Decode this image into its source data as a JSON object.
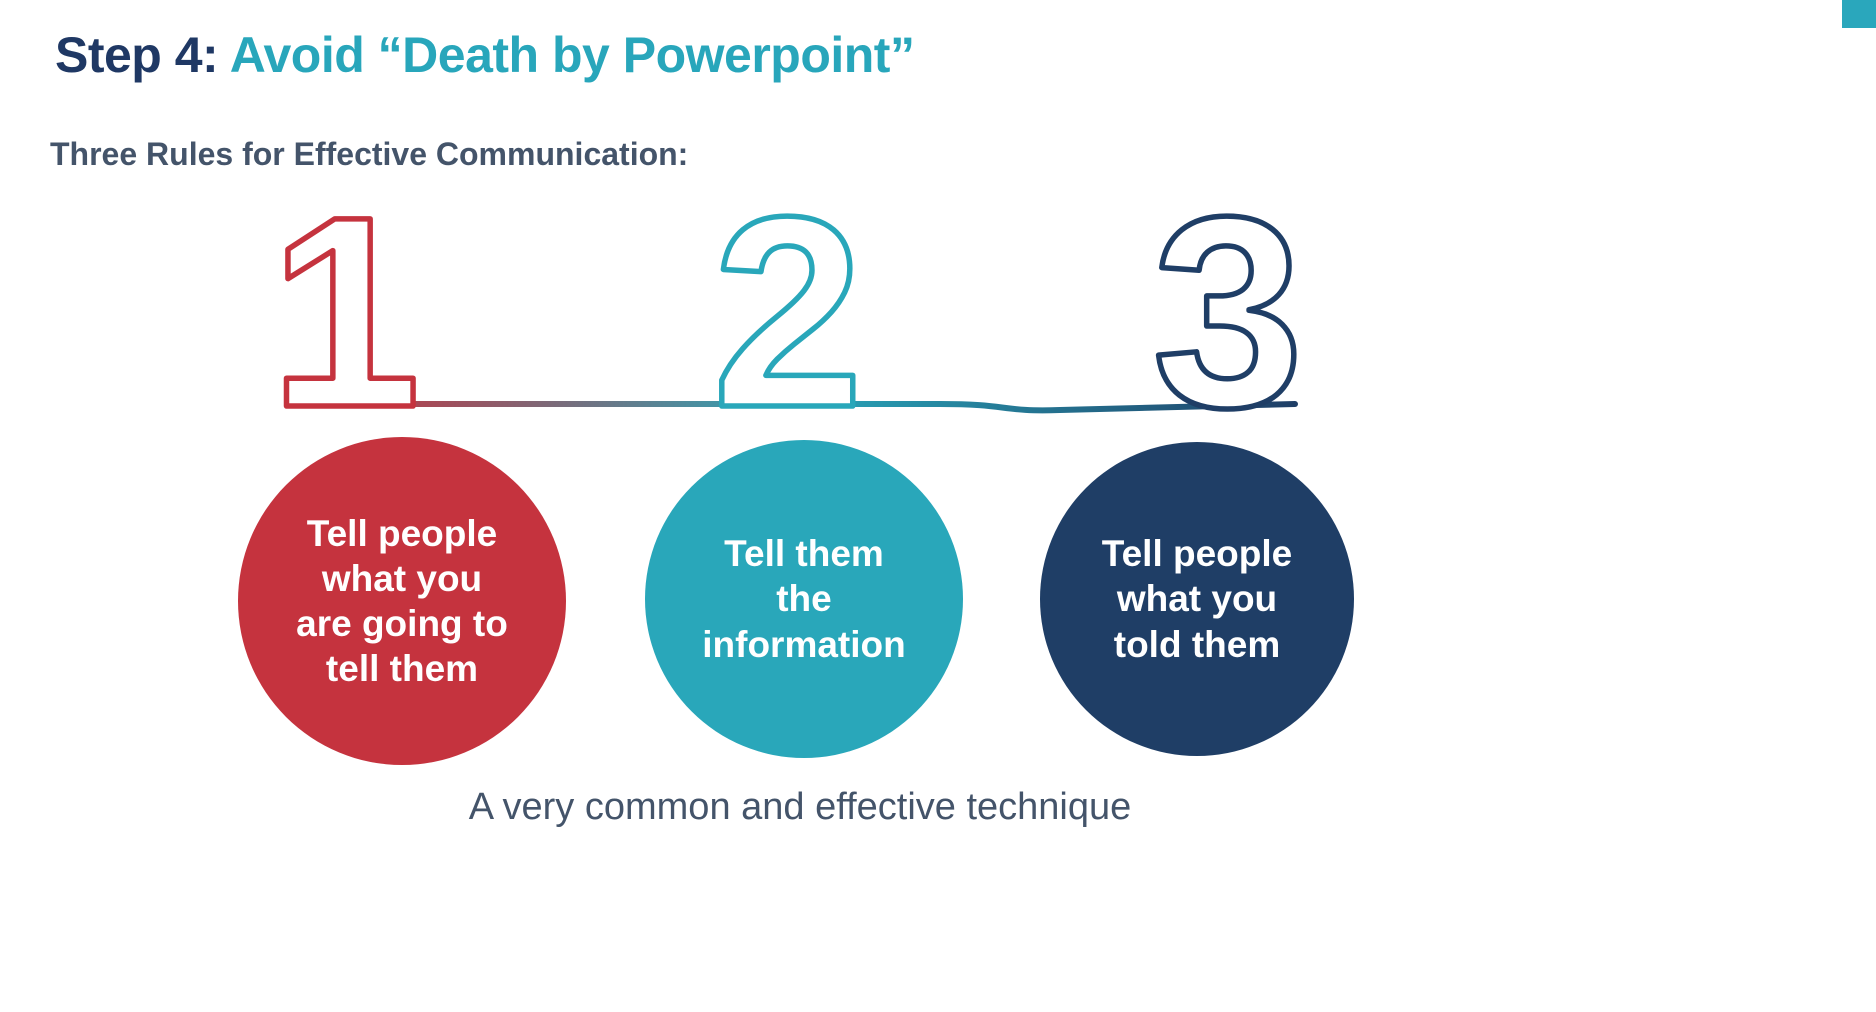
{
  "slide": {
    "title_prefix": "Step 4: ",
    "title_highlight": "Avoid “Death by Powerpoint”",
    "subtitle": "Three Rules for Effective Communication:",
    "caption": "A very common and effective technique",
    "colors": {
      "title_navy": "#1f3864",
      "title_teal": "#28a6bb",
      "red": "#c5333e",
      "teal": "#29a7ba",
      "navy": "#1f3e66",
      "body_text": "#44546a",
      "corner_accent": "#2aa7bc",
      "background": "#ffffff"
    },
    "steps": [
      {
        "number": "1",
        "color": "#c5333e",
        "label": "Tell people\nwhat you\nare going to\ntell them"
      },
      {
        "number": "2",
        "color": "#29a7ba",
        "label": "Tell them\nthe\ninformation"
      },
      {
        "number": "3",
        "color": "#1f3e66",
        "label": "Tell people\nwhat you\ntold them"
      }
    ]
  }
}
